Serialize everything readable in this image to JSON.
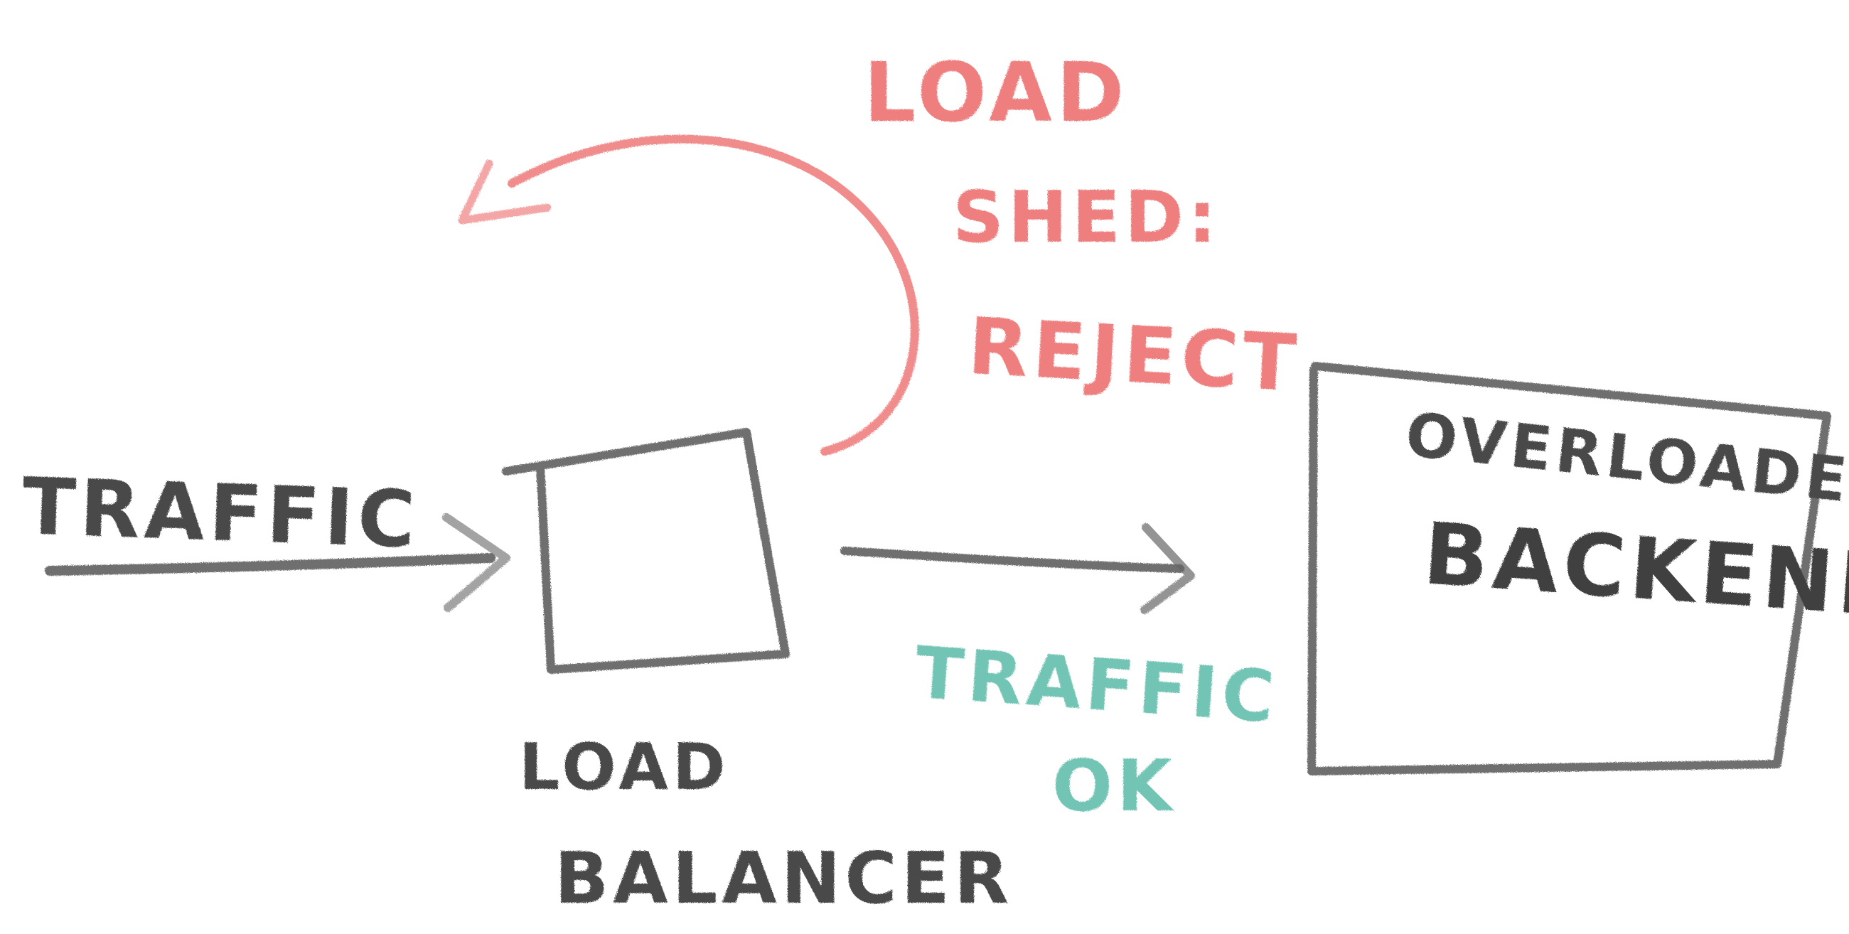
{
  "colors": {
    "ink": "#4a4a4a",
    "reject": "#ef7f7f",
    "ok": "#72c4b4",
    "background": "#ffffff"
  },
  "labels": {
    "incoming_traffic": "TRAFFIC",
    "load_balancer_line1": "LOAD",
    "load_balancer_line2": "BALANCER",
    "shed_line1": "LOAD",
    "shed_line2": "SHED:",
    "shed_line3": "REJECT",
    "traffic_ok_line1": "TRAFFIC",
    "traffic_ok_line2": "OK",
    "backend_line1": "OVERLOADED",
    "backend_line2": "BACKEND"
  }
}
